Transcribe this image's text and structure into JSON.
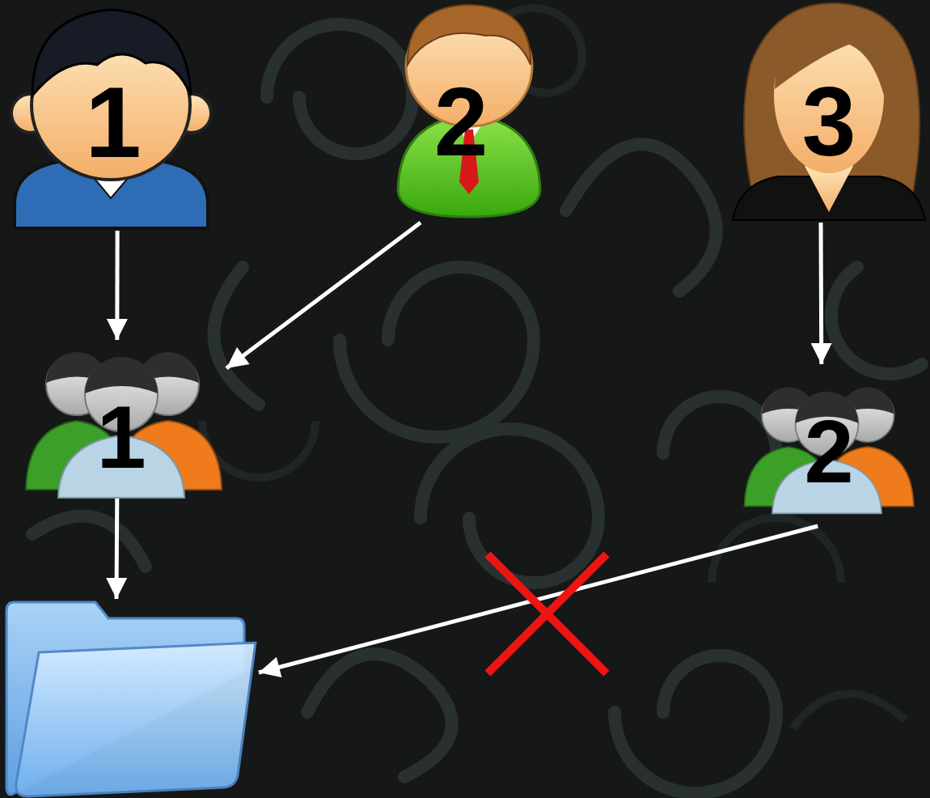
{
  "diagram": {
    "nodes": [
      {
        "text": [
          "1"
        ]
      },
      {
        "text": [
          "2"
        ]
      },
      {
        "text": [
          "3"
        ]
      },
      {
        "text": [
          "1"
        ]
      },
      {
        "text": [
          "2"
        ]
      },
      {
        "text": []
      }
    ],
    "edges": [
      {
        "from": 0,
        "to": 3,
        "arrow": "to"
      },
      {
        "from": 1,
        "to": 3,
        "arrow": "to"
      },
      {
        "from": 2,
        "to": 4,
        "arrow": "to"
      },
      {
        "from": 3,
        "to": 5,
        "arrow": "to"
      },
      {
        "from": 4,
        "to": 5,
        "arrow": "to"
      }
    ]
  }
}
